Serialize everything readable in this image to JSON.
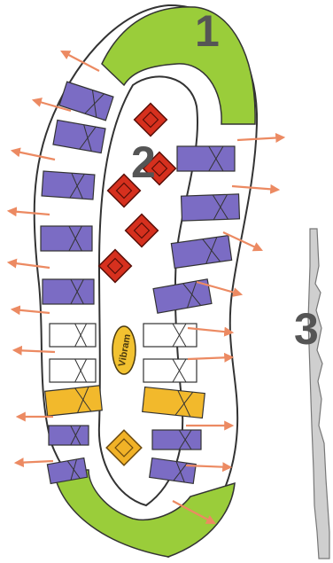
{
  "labels": {
    "one": "1",
    "two": "2",
    "three": "3",
    "brand": "Vibram"
  },
  "colors": {
    "green": "#9acd3a",
    "purple": "#7b6cc4",
    "white_lug": "#ffffff",
    "yellow": "#f2b92c",
    "red": "#d6301e",
    "gold": "#f1b227",
    "arrow": "#ec8a62",
    "outline": "#333333",
    "numeral": "#555555"
  },
  "icons": {
    "arrow": "arrow-icon",
    "red_stud": "red-diamond-stud-icon",
    "gold_stud": "gold-diamond-stud-icon",
    "brand_logo": "vibram-logo-icon"
  }
}
